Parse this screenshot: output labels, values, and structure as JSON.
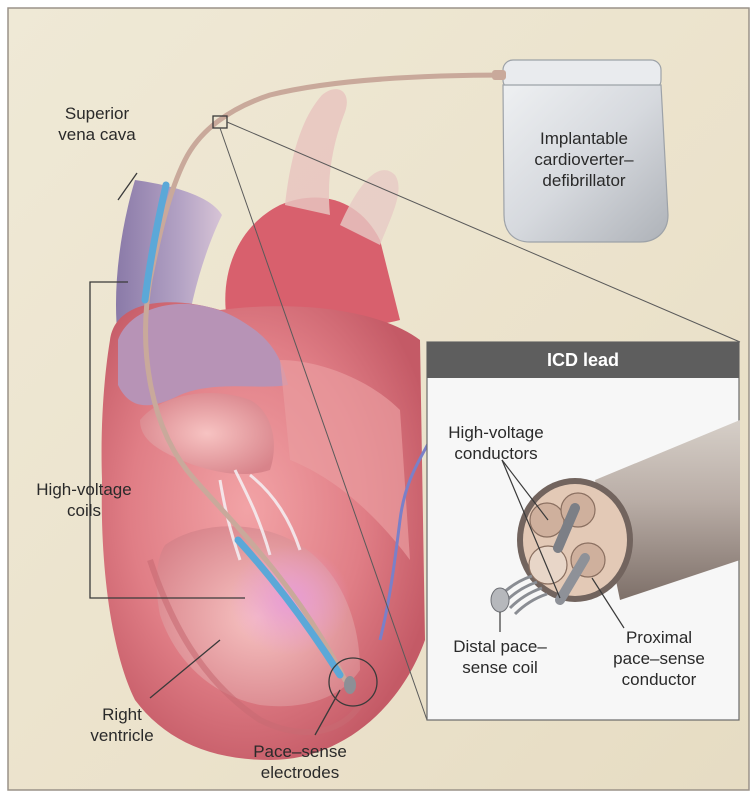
{
  "labels": {
    "svc": "Superior\nvena cava",
    "icd": "Implantable\ncardioverter–\ndefibrillator",
    "hv_coils": "High-voltage\ncoils",
    "rv": "Right\nventricle",
    "pse": "Pace–sense\nelectrodes",
    "hv_cond": "High-voltage\nconductors",
    "distal": "Distal pace–\nsense coil",
    "proximal": "Proximal\npace–sense\nconductor"
  },
  "inset": {
    "title": "ICD lead"
  },
  "colors": {
    "background": "#ede5cf",
    "heart": "#d9747c",
    "device": "#d5d8dd",
    "lead": "#c7a79a",
    "coil": "#5ba8d8",
    "inset_header": "#5e5e5e"
  }
}
